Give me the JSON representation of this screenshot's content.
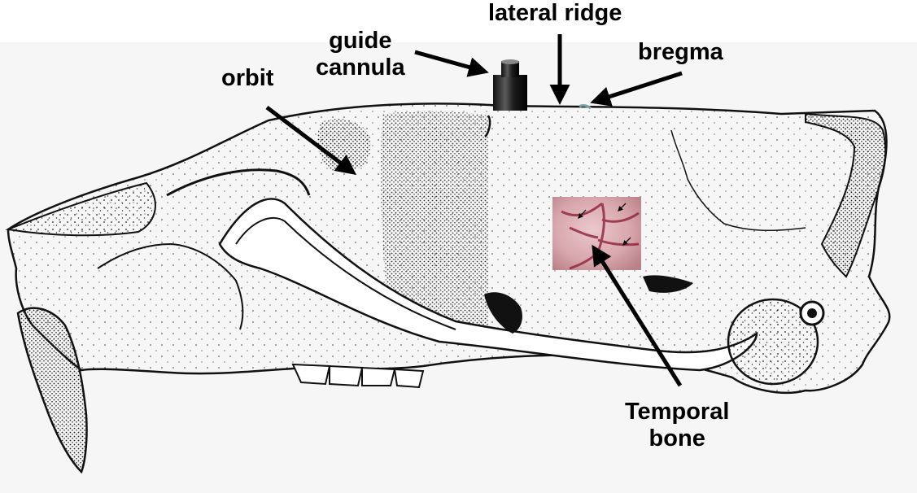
{
  "labels": {
    "lateral_ridge": "lateral ridge",
    "guide_cannula": [
      "guide",
      "cannula"
    ],
    "bregma": "bregma",
    "orbit": "orbit",
    "temporal_bone": [
      "Temporal",
      "bone"
    ]
  },
  "colors": {
    "skull_outline": "#111111",
    "stipple": "#222222",
    "background": "#ffffff",
    "page_background": "#f6f6f6",
    "cannula": "#2a2a2a",
    "inset_tissue": "#d8a7ad",
    "inset_vessel": "#8e1f3a"
  }
}
